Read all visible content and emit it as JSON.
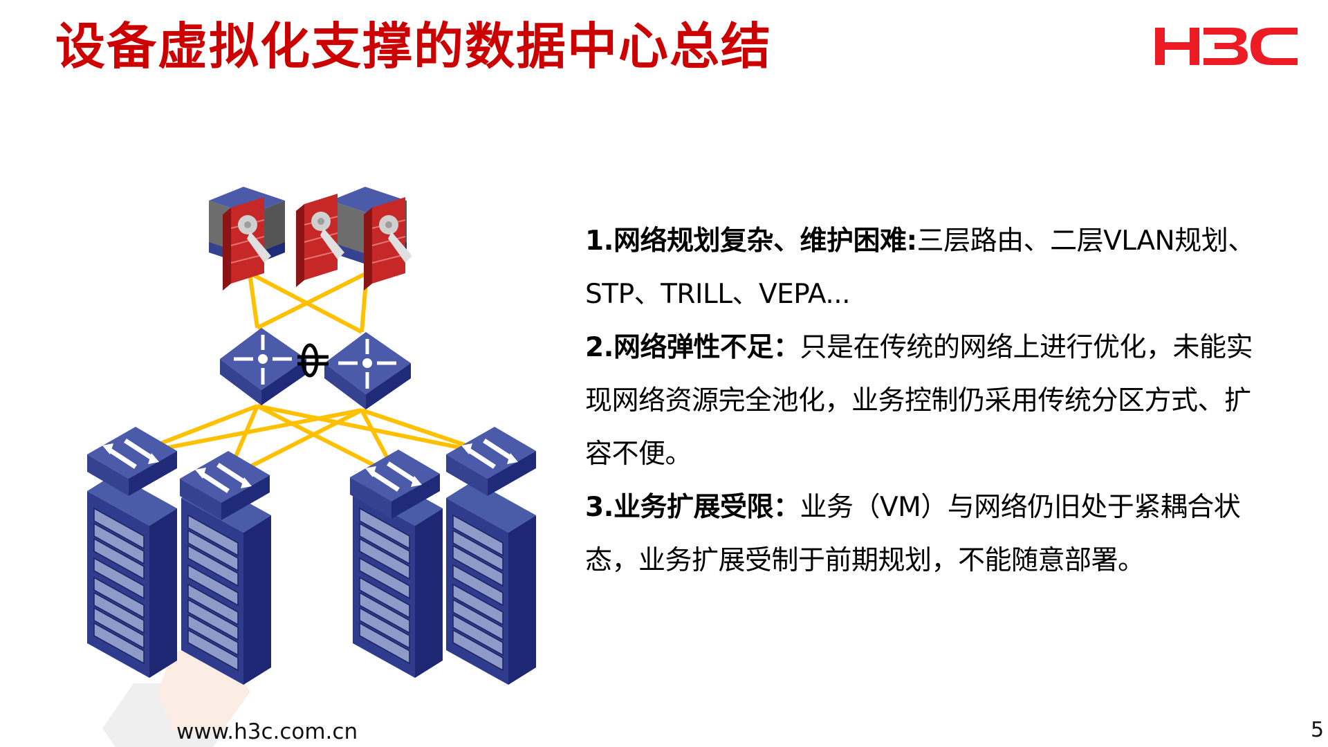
{
  "slide": {
    "title": "设备虚拟化支撑的数据中心总结",
    "title_color": "#CC0000",
    "logo_text": "H3C",
    "logo_color": "#ED1C24",
    "page_number": "5",
    "footer_url": "www.h3c.com.cn"
  },
  "points": [
    {
      "lead": "1.网络规划复杂、维护困难:",
      "text": "三层路由、二层VLAN规划、STP、TRILL、VEPA..."
    },
    {
      "lead": "2.网络弹性不足：",
      "text": "只是在传统的网络上进行优化，未能实现网络资源完全池化，业务控制仍采用传统分区方式、扩容不便。"
    },
    {
      "lead": "3.业务扩展受限：",
      "text": "业务（VM）与网络仍旧处于紧耦合状态，业务扩展受制于前期规划，不能随意部署。"
    }
  ],
  "diagram": {
    "core_devices": [
      "switch-firewall",
      "firewall",
      "switch-firewall"
    ],
    "aggregation_devices": [
      "layer3-switch",
      "layer3-switch"
    ],
    "access_devices": [
      "access-switch",
      "access-switch",
      "access-switch",
      "access-switch"
    ],
    "server_racks": 4,
    "link_color": "#FFC000",
    "device_color": "#3B4A9A"
  },
  "decor": {
    "hex_gray": "#EFEFEF",
    "hex_peach": "#FCEDE4"
  }
}
